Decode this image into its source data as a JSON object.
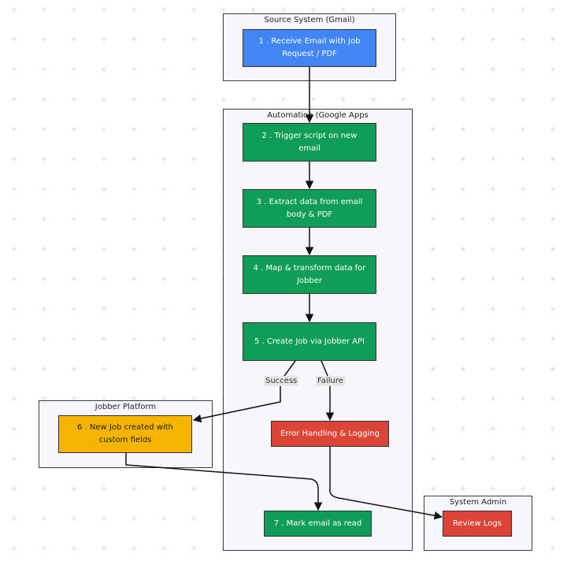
{
  "clusters": {
    "source": "Source System (Gmail)",
    "automation": "Automation (Google Apps",
    "jobber": "Jobber Platform",
    "admin": "System Admin"
  },
  "nodes": {
    "n1": "1 . Receive Email with Job Request / PDF",
    "n2": "2 . Trigger script on new email",
    "n3": "3 . Extract data from email body & PDF",
    "n4": "4 . Map & transform data for Jobber",
    "n5": "5 . Create Job via Jobber API",
    "n6": "6 . New Job created with custom fields",
    "err": "Error Handling & Logging",
    "n7": "7 . Mark email as read",
    "logs": "Review Logs"
  },
  "edge_labels": {
    "success": "Success",
    "failure": "Failure"
  },
  "colors": {
    "blue": "#4285f4",
    "green": "#0f9d58",
    "yellow": "#f4b400",
    "red": "#db4437",
    "grid": "#cde8e0"
  }
}
